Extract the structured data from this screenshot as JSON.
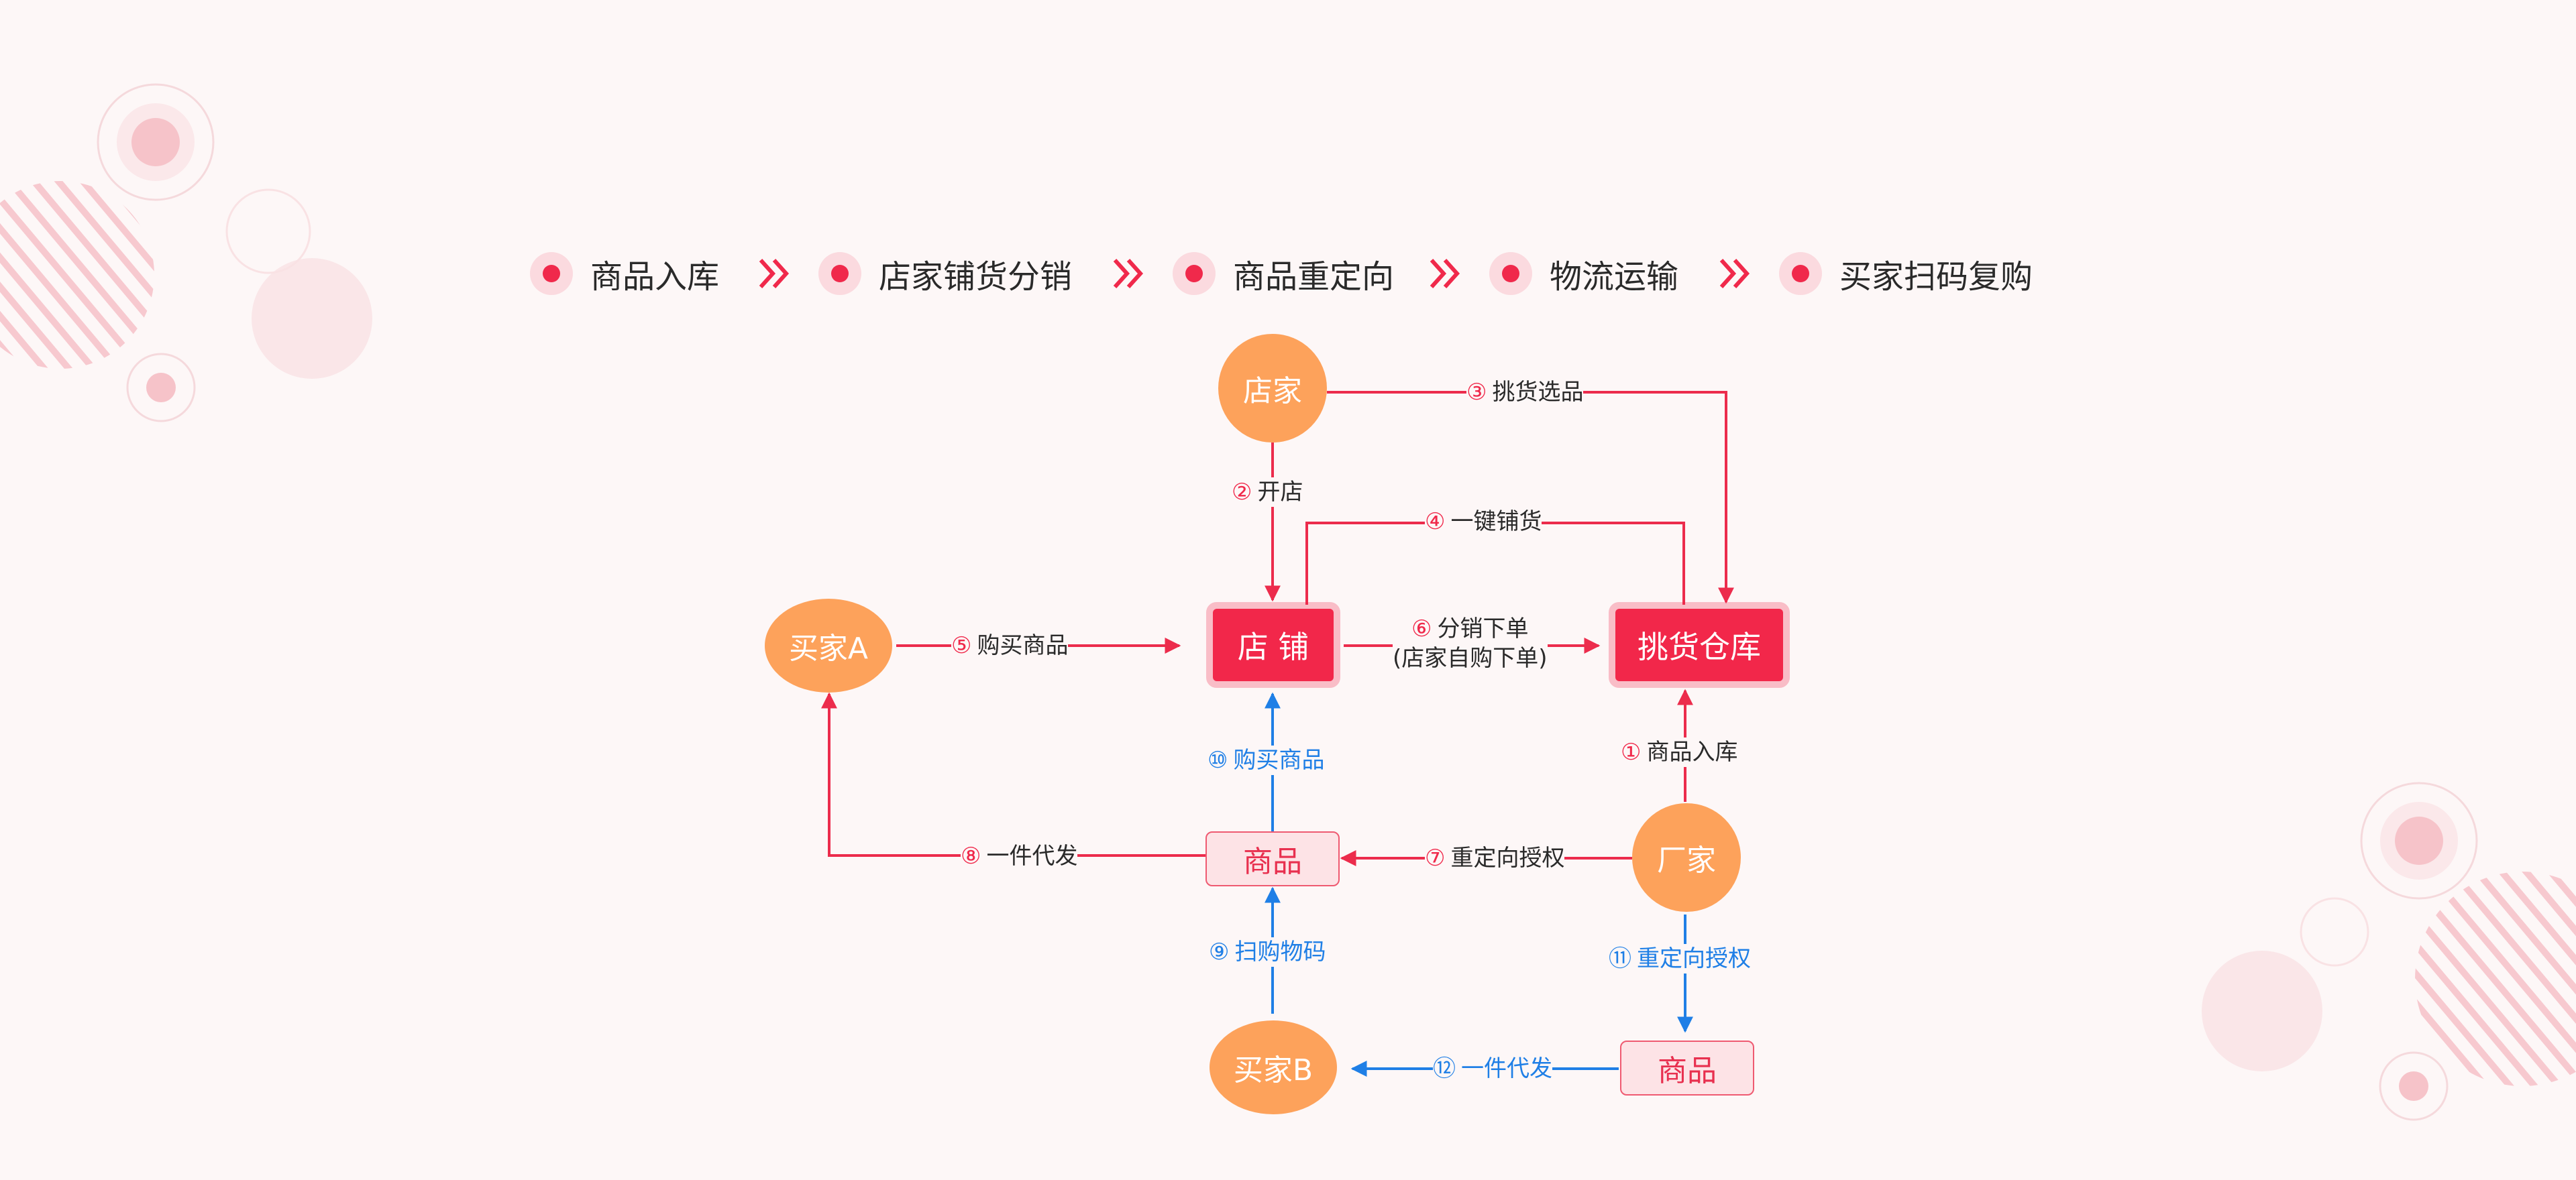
{
  "steps": [
    {
      "label": "商品入库"
    },
    {
      "label": "店家铺货分销"
    },
    {
      "label": "商品重定向"
    },
    {
      "label": "物流运输"
    },
    {
      "label": "买家扫码复购"
    }
  ],
  "colors": {
    "accent_red": "#f0294b",
    "node_orange": "#fda25b",
    "node_pink_fill": "#fde3e6",
    "blue_flow": "#1f7fe6"
  },
  "nodes": {
    "shop_owner": "店家",
    "shop": "店 铺",
    "warehouse": "挑货仓库",
    "buyer_a": "买家A",
    "product_center": "商品",
    "manufacturer": "厂家",
    "buyer_b": "买家B",
    "product_right": "商品"
  },
  "edges": [
    {
      "id": "e1",
      "num": "①",
      "label": "商品入库"
    },
    {
      "id": "e2",
      "num": "②",
      "label": "开店"
    },
    {
      "id": "e3",
      "num": "③",
      "label": "挑货选品"
    },
    {
      "id": "e4",
      "num": "④",
      "label": "一键铺货"
    },
    {
      "id": "e5",
      "num": "⑤",
      "label": "购买商品"
    },
    {
      "id": "e6",
      "num": "⑥",
      "label": "分销下单",
      "label2": "(店家自购下单)"
    },
    {
      "id": "e7",
      "num": "⑦",
      "label": "重定向授权"
    },
    {
      "id": "e8",
      "num": "⑧",
      "label": "一件代发"
    },
    {
      "id": "e9",
      "num": "⑨",
      "label": "扫购物码"
    },
    {
      "id": "e10",
      "num": "⑩",
      "label": "购买商品"
    },
    {
      "id": "e11",
      "num": "⑪",
      "label": "重定向授权"
    },
    {
      "id": "e12",
      "num": "⑫",
      "label": "一件代发"
    }
  ]
}
